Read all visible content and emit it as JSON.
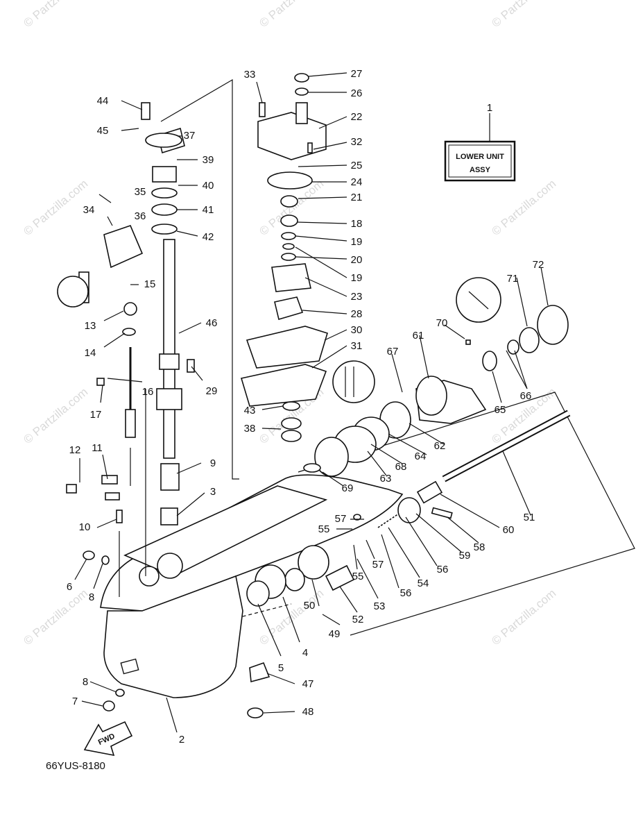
{
  "title_box": {
    "line1": "LOWER UNIT",
    "line2": "ASSY"
  },
  "diagram_code": "66YUS-8180",
  "fwd_label": "FWD",
  "watermark": "© Partzilla.com",
  "callouts": [
    "1",
    "2",
    "3",
    "4",
    "5",
    "6",
    "7",
    "8",
    "8",
    "9",
    "10",
    "11",
    "12",
    "13",
    "14",
    "15",
    "16",
    "17",
    "18",
    "19",
    "19",
    "20",
    "21",
    "22",
    "23",
    "24",
    "25",
    "26",
    "27",
    "28",
    "29",
    "30",
    "31",
    "32",
    "33",
    "34",
    "35",
    "36",
    "37",
    "38",
    "39",
    "40",
    "41",
    "42",
    "43",
    "44",
    "45",
    "46",
    "47",
    "48",
    "49",
    "50",
    "51",
    "52",
    "53",
    "54",
    "55",
    "55",
    "56",
    "56",
    "57",
    "57",
    "58",
    "59",
    "60",
    "61",
    "62",
    "63",
    "64",
    "65",
    "66",
    "67",
    "68",
    "69",
    "70",
    "71",
    "72"
  ]
}
